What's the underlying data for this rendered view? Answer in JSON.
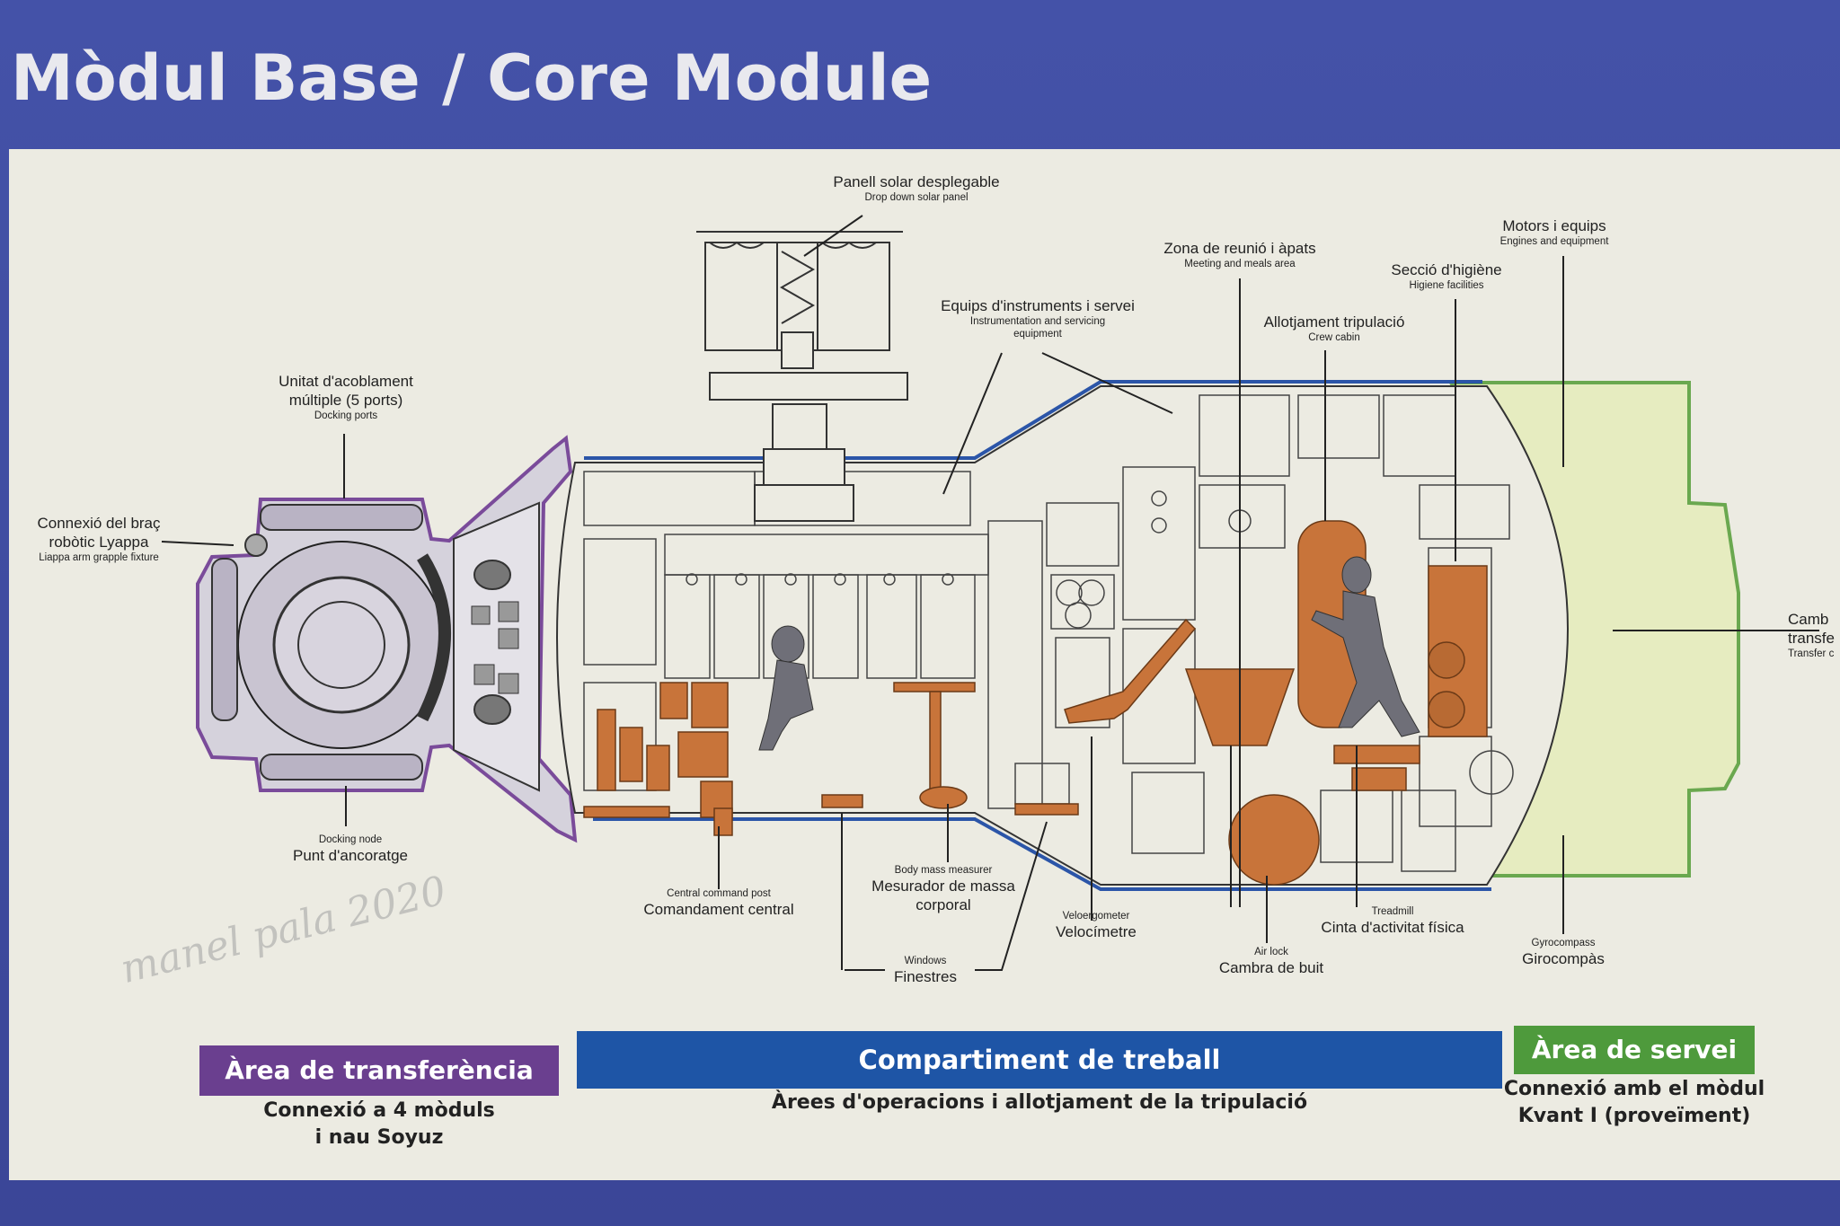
{
  "title": "Mòdul Base / Core Module",
  "labels": {
    "solar_panel": {
      "ca": "Panell solar desplegable",
      "en": "Drop down solar panel"
    },
    "engines": {
      "ca": "Motors i equips",
      "en": "Engines and equipment"
    },
    "meeting": {
      "ca": "Zona de reunió i àpats",
      "en": "Meeting and meals area"
    },
    "hygiene": {
      "ca": "Secció d'higiène",
      "en": "Higiene facilities"
    },
    "instruments": {
      "ca": "Equips d'instruments i servei",
      "en1": "Instrumentation and servicing",
      "en2": "equipment"
    },
    "crew_cabin": {
      "ca": "Allotjament tripulació",
      "en": "Crew cabin"
    },
    "docking_ports": {
      "ca1": "Unitat d'acoblament",
      "ca2": "múltiple (5 ports)",
      "en": "Docking ports"
    },
    "robotic_arm": {
      "ca1": "Connexió del braç",
      "ca2": "robòtic Lyappa",
      "en": "Liappa arm grapple fixture"
    },
    "transfer_chamber": {
      "ca1": "Camb",
      "ca2": "transfe",
      "en": "Transfer c"
    },
    "docking_node": {
      "en": "Docking node",
      "ca": "Punt d'ancoratge"
    },
    "command_post": {
      "en": "Central command post",
      "ca": "Comandament central"
    },
    "body_mass": {
      "en": "Body mass measurer",
      "ca1": "Mesurador de massa",
      "ca2": "corporal"
    },
    "veloergometer": {
      "en": "Veloergometer",
      "ca": "Velocímetre"
    },
    "windows": {
      "en": "Windows",
      "ca": "Finestres"
    },
    "air_lock": {
      "en": "Air lock",
      "ca": "Cambra de buit"
    },
    "treadmill": {
      "en": "Treadmill",
      "ca": "Cinta d'activitat física"
    },
    "gyrocompass": {
      "en": "Gyrocompass",
      "ca": "Girocompàs"
    }
  },
  "areas": {
    "transfer": {
      "title": "Àrea de transferència",
      "line1": "Connexió a 4 mòduls",
      "line2": "i nau Soyuz",
      "color": "#6a3f8f"
    },
    "work": {
      "title": "Compartiment de treball",
      "line1": "Àrees d'operacions i allotjament de la tripulació",
      "color": "#1e55a6"
    },
    "service": {
      "title": "Àrea de servei",
      "line1": "Connexió amb el mòdul",
      "line2": "Kvant I (proveïment)",
      "color": "#4e9a3c"
    }
  },
  "signature": "manel pala 2020",
  "colors": {
    "background": "#3f4a9e",
    "board": "#ecebe2",
    "equipment": "#c8743a",
    "figure": "#6f6f78",
    "transfer_outline": "#7a4b9a",
    "work_outline": "#2b55a8",
    "service_outline": "#6aa84f",
    "service_fill": "#e6ecc0"
  }
}
